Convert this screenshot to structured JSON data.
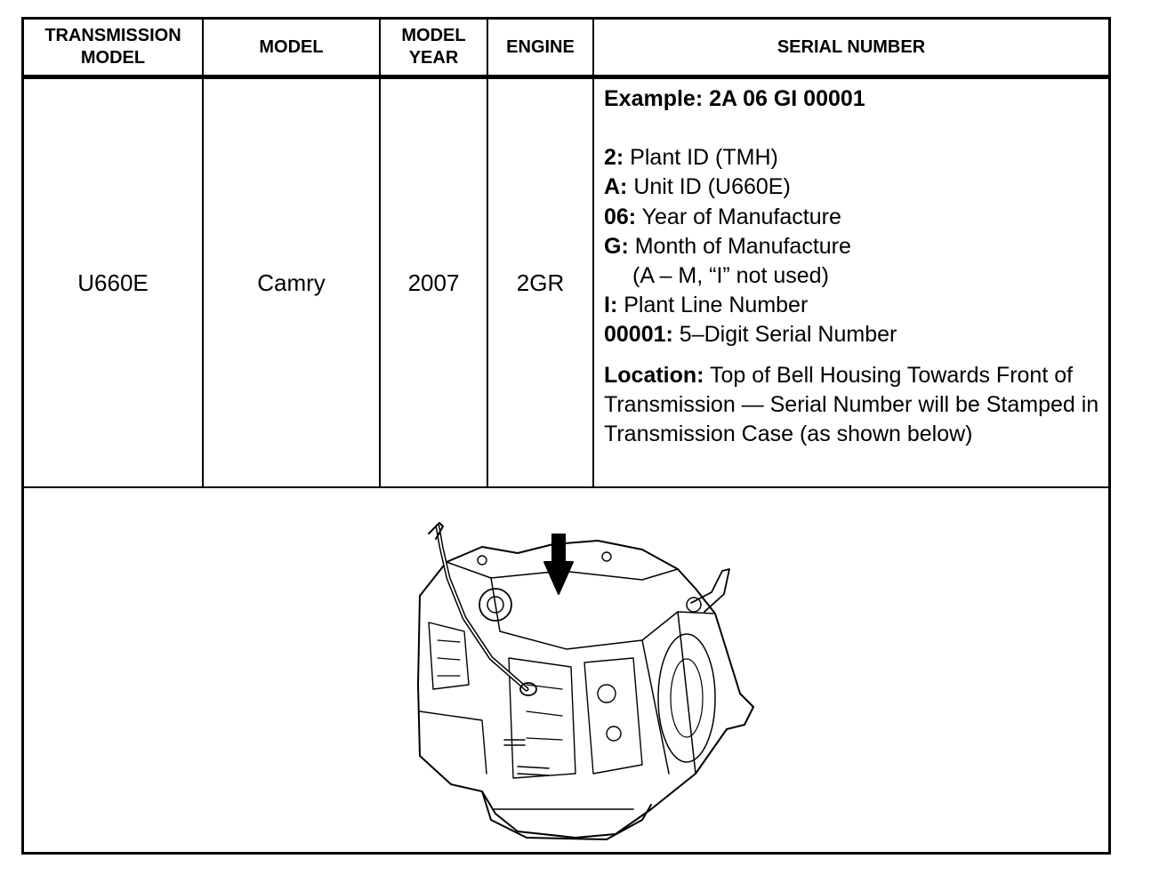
{
  "headers": {
    "transmission_model": "TRANSMISSION MODEL",
    "model": "MODEL",
    "model_year": "MODEL YEAR",
    "engine": "ENGINE",
    "serial_number": "SERIAL NUMBER"
  },
  "row": {
    "transmission_model": "U660E",
    "model": "Camry",
    "model_year": "2007",
    "engine": "2GR"
  },
  "serial": {
    "example": "Example: 2A 06 GI 00001",
    "items": [
      {
        "key": "2:",
        "text": " Plant ID (TMH)"
      },
      {
        "key": "A:",
        "text": " Unit ID (U660E)"
      },
      {
        "key": "06:",
        "text": " Year of Manufacture"
      },
      {
        "key": "G:",
        "text": " Month of Manufacture"
      }
    ],
    "month_note": "(A – M, “I” not used)",
    "items2": [
      {
        "key": "I:",
        "text": " Plant Line Number"
      },
      {
        "key": "00001:",
        "text": " 5–Digit Serial Number"
      }
    ],
    "location_key": "Location:",
    "location_text": " Top of Bell Housing Towards Front of Transmission — Serial Number will be Stamped in Transmission Case (as shown below)"
  },
  "figure": {
    "subject": "transmission-illustration",
    "marker": "arrow-down-icon"
  }
}
